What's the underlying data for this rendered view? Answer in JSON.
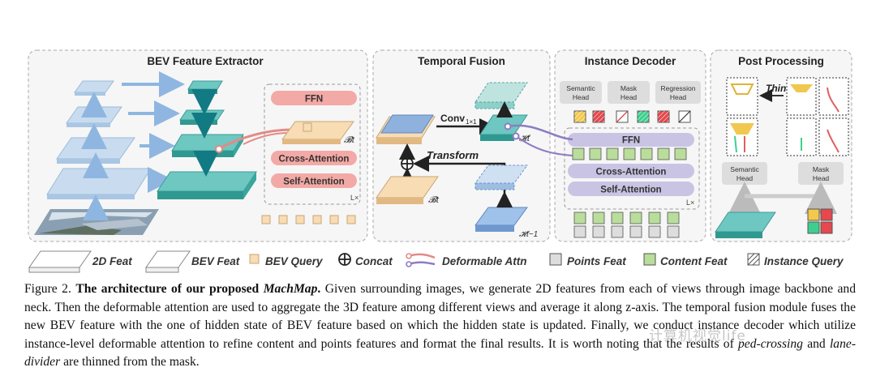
{
  "panels": {
    "bev_extractor": "BEV Feature Extractor",
    "temporal_fusion": "Temporal Fusion",
    "instance_decoder": "Instance Decoder",
    "post_processing": "Post Processing"
  },
  "extractor_block": {
    "ffn": "FFN",
    "cross_attention": "Cross-Attention",
    "self_attention": "Self-Attention",
    "repeat": "L×",
    "bev_query_symbol": "𝓑t"
  },
  "temporal": {
    "conv": "Conv",
    "conv_sub": "1×1",
    "transform": "Transform",
    "h_t": "𝓗t",
    "b_t": "𝓑t",
    "h_t_minus_1": "𝓗t−1"
  },
  "decoder": {
    "heads": [
      "Semantic Head",
      "Mask Head",
      "Regression Head"
    ],
    "ffn": "FFN",
    "cross_attention": "Cross-Attention",
    "self_attention": "Self-Attention",
    "repeat": "L×"
  },
  "post": {
    "thin": "Thin",
    "semantic_head": "Semantic Head",
    "mask_head": "Mask Head"
  },
  "legend": [
    {
      "label": "2D Feat"
    },
    {
      "label": "BEV Feat"
    },
    {
      "label": "BEV Query"
    },
    {
      "label": "Concat"
    },
    {
      "label": "Deformable Attn"
    },
    {
      "label": "Points Feat"
    },
    {
      "label": "Content Feat"
    },
    {
      "label": "Instance Query"
    }
  ],
  "caption": {
    "fig": "Figure 2.",
    "title_a": "The architecture of our proposed",
    "title_b": "MachMap",
    "title_end": ".",
    "text1": "Given surrounding images, we generate 2D features from each of views through image backbone and neck. Then the deformable attention are used to aggregate the 3D feature among different views and average it along z-axis. The temporal fusion module fuses the new BEV feature with the one of hidden state of BEV feature based on which the hidden state is updated. Finally, we conduct instance decoder which utilize instance-level deformable attention to refine content and points features and format the final results. It is worth noting that the results of",
    "term1": "ped-crossing",
    "text2": "and",
    "term2": "lane-divider",
    "text3": "are thinned from the mask."
  },
  "watermark": "计算机视觉life",
  "colors": {
    "panel_border": "#aaaaaa",
    "panel_bg": "#f6f6f6",
    "blue_light": "#c5d9ee",
    "teal": "#4fb4b0",
    "pink": "#f3a9a6",
    "green": "#b9dd9b",
    "lavender": "#c9c4e4",
    "bev_query": "#f7dcb4"
  }
}
